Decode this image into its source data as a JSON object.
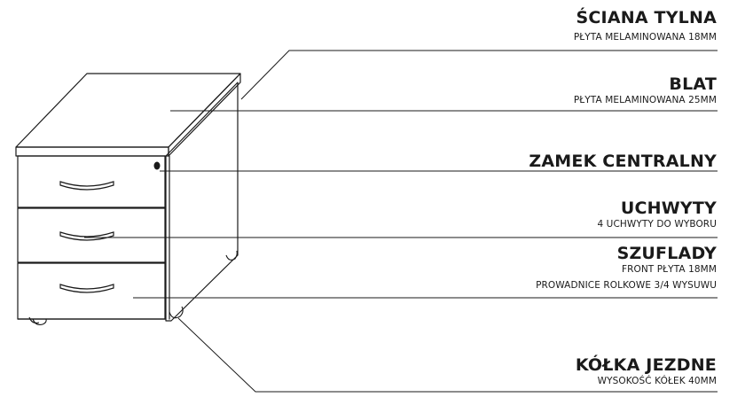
{
  "colors": {
    "line": "#1a1a1a",
    "paper": "#ffffff"
  },
  "callouts": [
    {
      "id": "sciana",
      "title": "ŚCIANA TYLNA",
      "lines": [
        "PŁYTA MELAMINOWANA 18MM"
      ]
    },
    {
      "id": "blat",
      "title": "BLAT",
      "lines": [
        "PŁYTA MELAMINOWANA 25MM"
      ]
    },
    {
      "id": "zamek",
      "title": "ZAMEK CENTRALNY",
      "lines": []
    },
    {
      "id": "uchwyty",
      "title": "UCHWYTY",
      "lines": [
        "4 UCHWYTY DO WYBORU"
      ]
    },
    {
      "id": "szuflady",
      "title": "SZUFLADY",
      "lines": [
        "FRONT PŁYTA 18MM",
        "PROWADNICE ROLKOWE 3/4 WYSUWU"
      ]
    },
    {
      "id": "kolka",
      "title": "KÓŁKA JEZDNE",
      "lines": [
        "WYSOKOŚĆ KÓŁEK 40MM"
      ]
    }
  ]
}
